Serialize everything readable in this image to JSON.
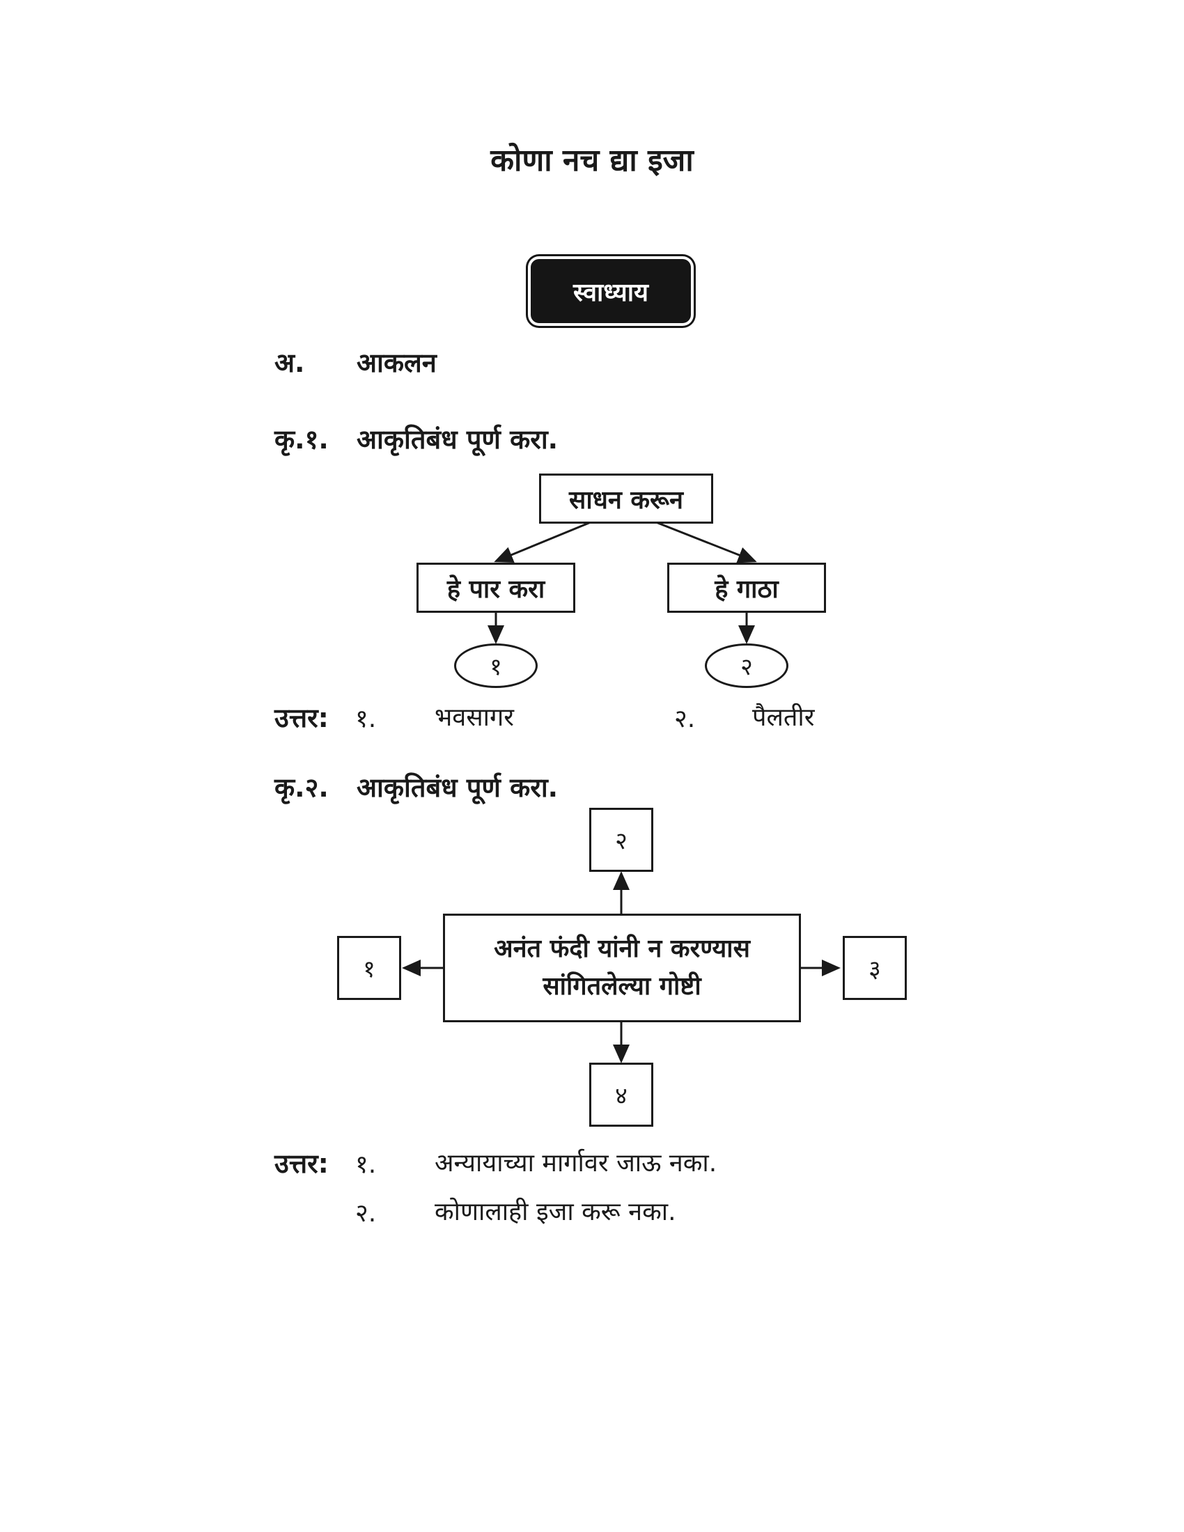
{
  "page_title": "कोणा नच द्या इजा",
  "badge": "स्वाध्याय",
  "section": {
    "marker": "अ.",
    "label": "आकलन"
  },
  "q1": {
    "number": "कृ.१.",
    "prompt": "आकृतिबंध पूर्ण करा.",
    "root": "साधन करून",
    "left": "हे पार करा",
    "right": "हे गाठा",
    "left_blank": "१",
    "right_blank": "२",
    "answer_label": "उत्तर:",
    "answers": [
      {
        "num": "१.",
        "text": "भवसागर"
      },
      {
        "num": "२.",
        "text": "पैलतीर"
      }
    ]
  },
  "q2": {
    "number": "कृ.२.",
    "prompt": "आकृतिबंध पूर्ण करा.",
    "center_line1": "अनंत फंदी यांनी न करण्यास",
    "center_line2": "सांगितलेल्या गोष्टी",
    "top": "२",
    "left": "१",
    "right": "३",
    "bottom": "४",
    "answer_label": "उत्तर:",
    "answers": [
      {
        "num": "१.",
        "text": "अन्यायाच्या मार्गावर जाऊ नका."
      },
      {
        "num": "२.",
        "text": "कोणालाही इजा करू नका."
      }
    ]
  }
}
